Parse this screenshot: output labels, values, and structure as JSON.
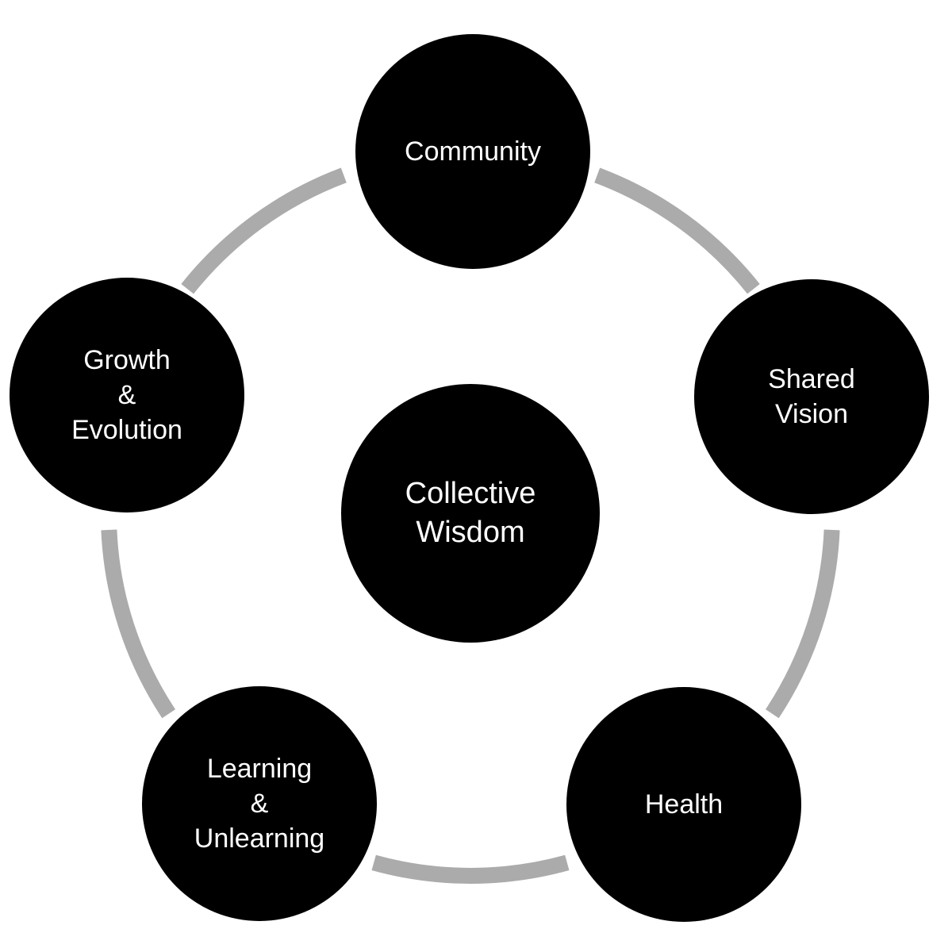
{
  "colors": {
    "background": "#ffffff",
    "node-fill": "#000000",
    "node-text": "#ffffff",
    "ring": "#ababab"
  },
  "diagram": {
    "center_node": {
      "name": "collective-wisdom",
      "label": "Collective Wisdom",
      "lines": [
        "Collective",
        "Wisdom"
      ]
    },
    "nodes": [
      {
        "name": "community",
        "label": "Community",
        "lines": [
          "Community"
        ]
      },
      {
        "name": "shared-vision",
        "label": "Shared Vision",
        "lines": [
          "Shared",
          "Vision"
        ]
      },
      {
        "name": "health",
        "label": "Health",
        "lines": [
          "Health"
        ]
      },
      {
        "name": "learning-unlearning",
        "label": "Learning & Unlearning",
        "lines": [
          "Learning",
          "&",
          "Unlearning"
        ]
      },
      {
        "name": "growth-evolution",
        "label": "Growth & Evolution",
        "lines": [
          "Growth",
          "&",
          "Evolution"
        ]
      }
    ]
  }
}
